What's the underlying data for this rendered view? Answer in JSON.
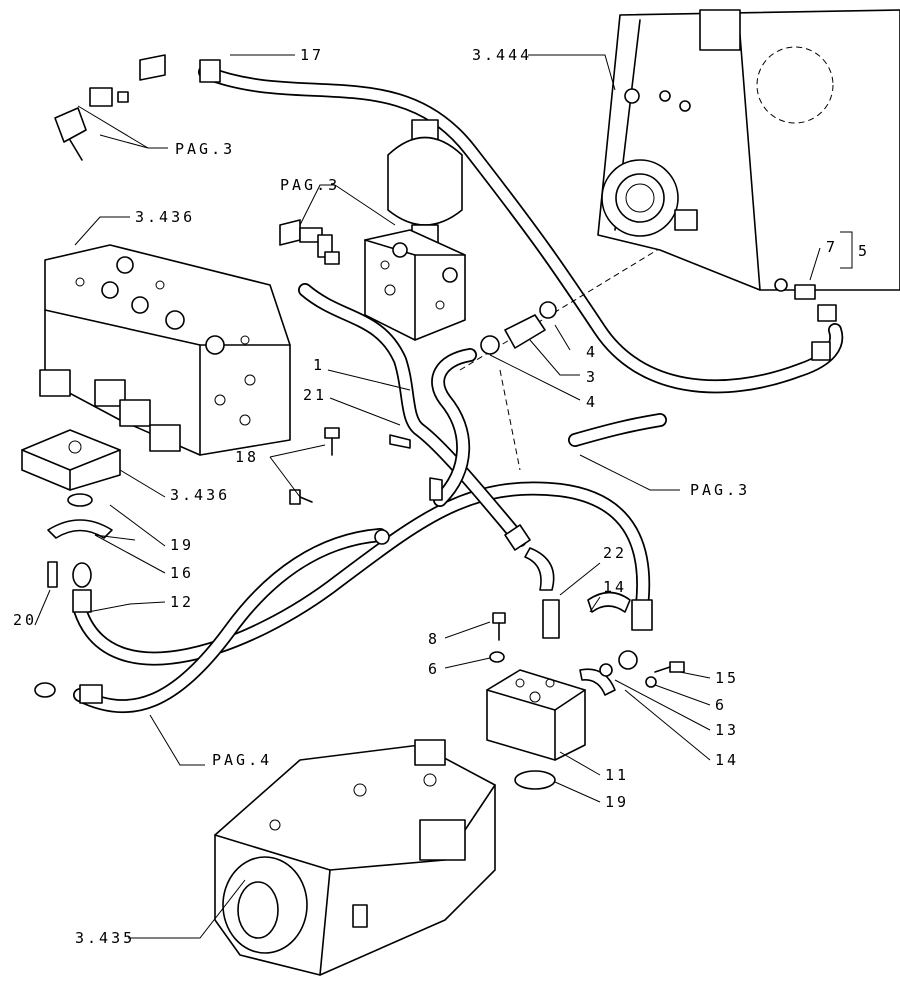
{
  "labels": {
    "l_17": "17",
    "l_3444": "3.444",
    "l_pag3_a": "PAG.3",
    "l_pag3_b": "PAG.3",
    "l_3436_a": "3.436",
    "l_5": "5",
    "l_7": "7",
    "l_4a": "4",
    "l_3": "3",
    "l_4b": "4",
    "l_1": "1",
    "l_21": "21",
    "l_18": "18",
    "l_pag3_c": "PAG.3",
    "l_3436_b": "3.436",
    "l_19a": "19",
    "l_16": "16",
    "l_12": "12",
    "l_20": "20",
    "l_22": "22",
    "l_14a": "14",
    "l_8": "8",
    "l_6a": "6",
    "l_15": "15",
    "l_6b": "6",
    "l_13": "13",
    "l_14b": "14",
    "l_11": "11",
    "l_19b": "19",
    "l_pag4": "PAG.4",
    "l_3435": "3.435"
  }
}
